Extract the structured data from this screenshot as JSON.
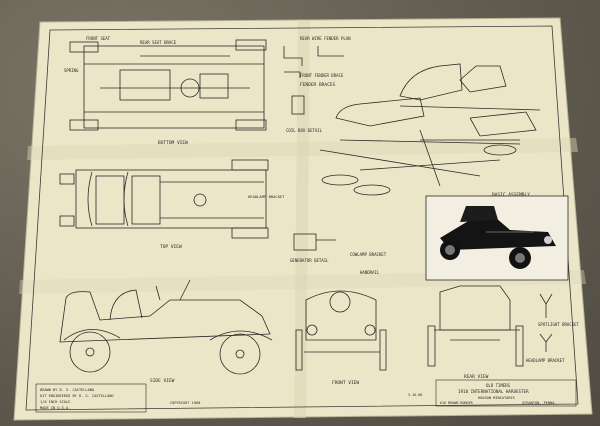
{
  "labels": {
    "front_seat": "FRONT SEAT",
    "rear_seat_brace": "REAR SEAT BRACE",
    "spring": "SPRING",
    "bottom_view": "BOTTOM VIEW",
    "rear_wire_fender_plan": "REAR WIRE FENDER PLAN",
    "front_fender_brace": "FRONT FENDER BRACE",
    "fender_braces": "FENDER BRACES",
    "coil_box_detail": "COIL BOX DETAIL",
    "top_view": "TOP VIEW",
    "headlamp_bracket_top": "HEADLAMP BRACKET",
    "generator_detail": "GENERATOR DETAIL",
    "cowlamp_bracket": "COWLAMP BRACKET",
    "handrail": "HANDRAIL",
    "basic_assembly": "BASIC ASSEMBLY",
    "side_view": "SIDE VIEW",
    "front_view": "FRONT VIEW",
    "rear_view": "REAR VIEW",
    "spotlight_bracket": "SPOTLIGHT\nBRACKET",
    "headlamp_bracket": "HEADLAMP BRACKET",
    "credits_1": "DRAWN BY D. G. CASTELLANO",
    "credits_2": "KIT ENGINEERED BY D. G. CASTELLANO",
    "credits_3": "1/8 INCH SCALE",
    "credits_4": "MADE IN U.S.A.",
    "copyright": "COPYRIGHT 1960",
    "title_1": "OLD TIMERS",
    "title_2": "1910  INTERNATIONAL HARVESTER",
    "title_3": "HUDSON MINIATURES",
    "title_4": "SCRANTON, PENNA.",
    "address": "616 BROWN BORDER",
    "date": "3-16-60"
  }
}
